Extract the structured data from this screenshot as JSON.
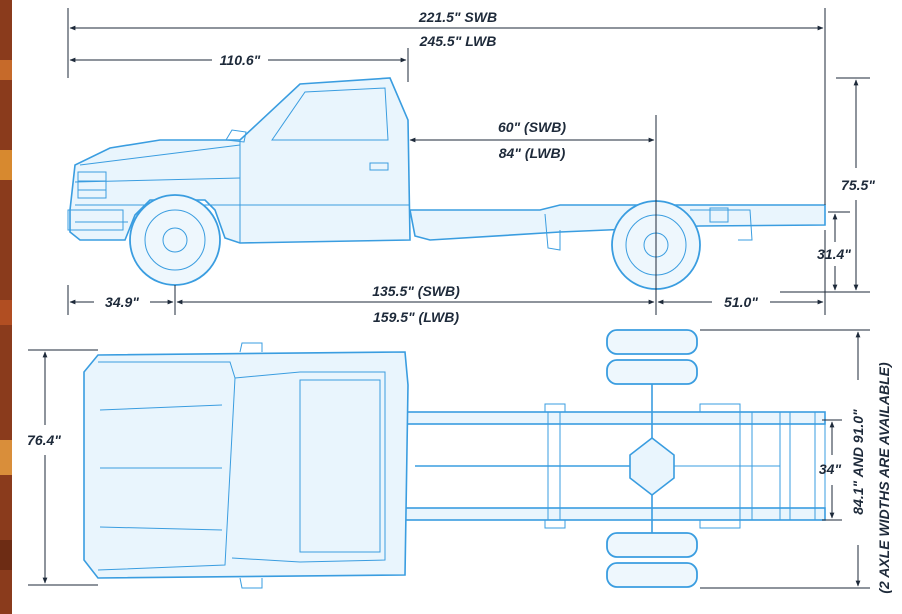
{
  "colors": {
    "line_art": "#3a9de0",
    "dimension_text": "#1e2a3a",
    "background": "#ffffff",
    "left_edge_strip": "#8a3b1c"
  },
  "side_view": {
    "overall_length_swb": "221.5\" SWB",
    "overall_length_lwb": "245.5\" LWB",
    "front_to_cab_back": "110.6\"",
    "cab_to_axle_swb": "60\" (SWB)",
    "cab_to_axle_lwb": "84\" (LWB)",
    "overall_height": "75.5\"",
    "frame_height": "31.4\"",
    "front_overhang": "34.9\"",
    "wheelbase_swb": "135.5\" (SWB)",
    "wheelbase_lwb": "159.5\" (LWB)",
    "rear_overhang": "51.0\""
  },
  "top_view": {
    "cab_width": "76.4\"",
    "frame_width": "34\"",
    "axle_widths": "84.1\" AND 91.0\"",
    "axle_widths_note": "(2 AXLE WIDTHS ARE AVAILABLE)"
  }
}
